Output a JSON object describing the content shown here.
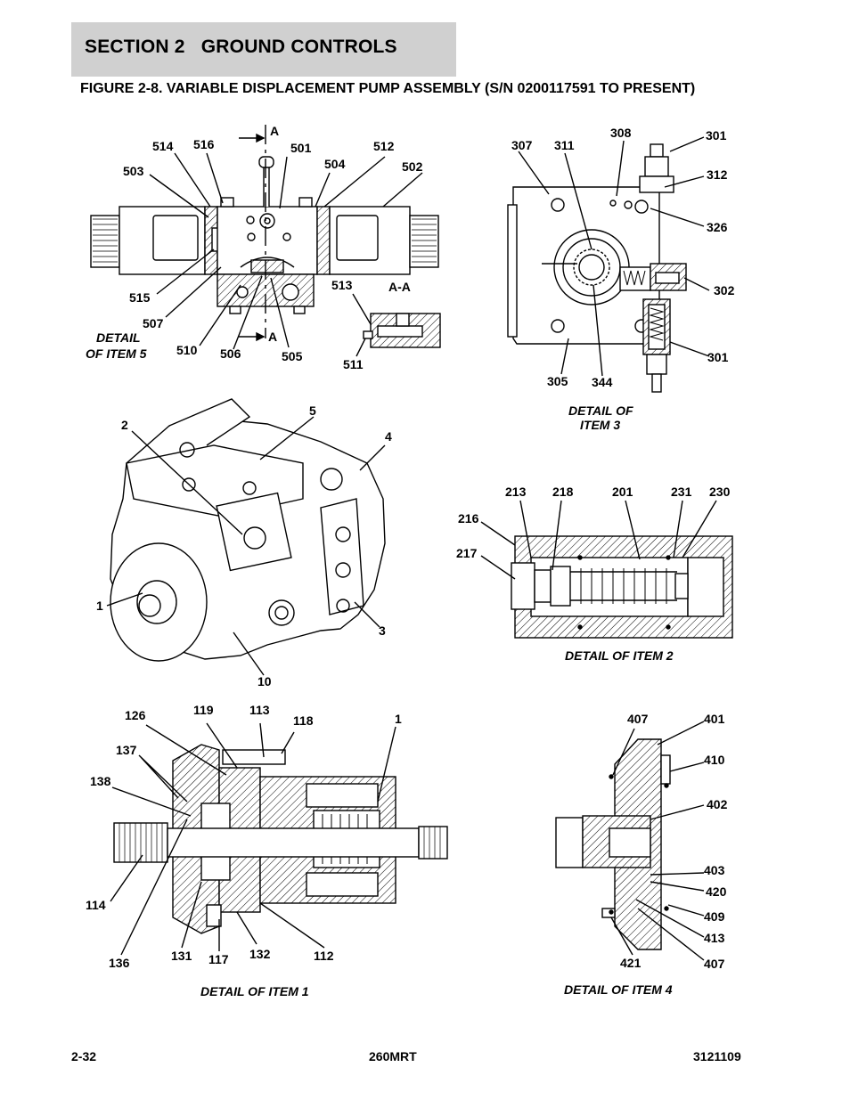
{
  "header": {
    "section_title": "SECTION 2   GROUND CONTROLS",
    "figure_title": "FIGURE 2-8. VARIABLE DISPLACEMENT PUMP ASSEMBLY (S/N 0200117591 TO PRESENT)"
  },
  "callouts": {
    "detail5": [
      "514",
      "516",
      "501",
      "504",
      "512",
      "503",
      "502",
      "515",
      "507",
      "510",
      "506",
      "505",
      "513",
      "511",
      "A",
      "A",
      "A-A"
    ],
    "detail3": [
      "308",
      "307",
      "311",
      "301",
      "312",
      "326",
      "302",
      "301",
      "305",
      "344"
    ],
    "assembly": [
      "5",
      "2",
      "4",
      "1",
      "3",
      "10"
    ],
    "detail2": [
      "213",
      "218",
      "201",
      "231",
      "230",
      "216",
      "217"
    ],
    "detail1": [
      "119",
      "113",
      "126",
      "118",
      "1",
      "137",
      "138",
      "114",
      "136",
      "131",
      "117",
      "132",
      "112"
    ],
    "detail4": [
      "407",
      "401",
      "410",
      "402",
      "403",
      "420",
      "409",
      "413",
      "421",
      "407"
    ]
  },
  "captions": {
    "detail5_line1": "DETAIL",
    "detail5_line2": "OF ITEM 5",
    "detail3_line1": "DETAIL OF",
    "detail3_line2": "ITEM 3",
    "detail2": "DETAIL OF ITEM 2",
    "detail1": "DETAIL OF ITEM 1",
    "detail4": "DETAIL OF ITEM 4"
  },
  "footer": {
    "page": "2-32",
    "model": "260MRT",
    "doc_number": "3121109"
  }
}
